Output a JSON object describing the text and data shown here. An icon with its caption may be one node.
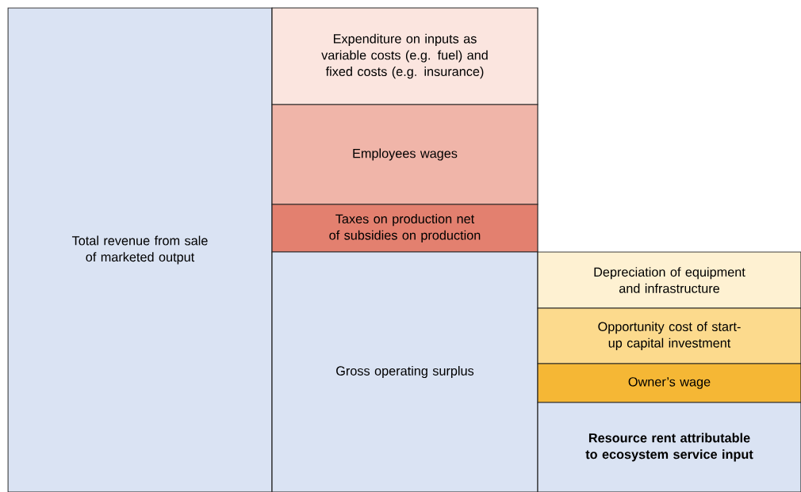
{
  "diagram": {
    "nodes": [
      {
        "text": [
          "Total revenue from sale of marketed output"
        ]
      },
      {
        "text": [
          "Expenditure on inputs as variable costs (e.g. fuel) and fixed costs (e.g. insurance)"
        ]
      },
      {
        "text": [
          "Employees wages"
        ]
      },
      {
        "text": [
          "Taxes on production net of subsidies on production"
        ]
      },
      {
        "text": [
          "Gross operating surplus"
        ]
      },
      {
        "text": [
          "Depreciation of equipment and infrastructure"
        ]
      },
      {
        "text": [
          "Opportunity cost of start-up capital investment"
        ]
      },
      {
        "text": [
          "Owner’s wage"
        ]
      },
      {
        "text": [
          "Resource rent attributable to ecosystem service input"
        ]
      }
    ]
  }
}
